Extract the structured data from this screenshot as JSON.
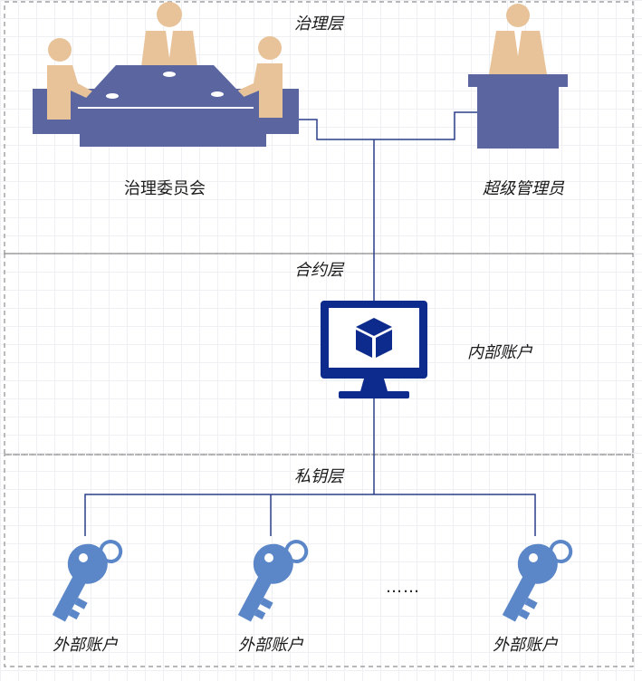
{
  "layers": {
    "governance": {
      "title": "治理层"
    },
    "contract": {
      "title": "合约层"
    },
    "private_key": {
      "title": "私钥层"
    }
  },
  "nodes": {
    "committee": {
      "label": "治理委员会"
    },
    "super_admin": {
      "label": "超级管理员"
    },
    "internal_account": {
      "label": "内部账户"
    },
    "external_accounts": [
      {
        "label": "外部账户"
      },
      {
        "label": "外部账户"
      },
      {
        "label": "外部账户"
      }
    ],
    "ellipsis": {
      "label": "……"
    }
  },
  "colors": {
    "furniture": "#5b65a0",
    "person": "#e8c39a",
    "monitor": "#0d2b8c",
    "key": "#5b87c9",
    "connector": "#2a3f88",
    "layer_border": "#8e8e8e"
  },
  "icons": [
    "conference-table-icon",
    "person-icon",
    "podium-icon",
    "monitor-icon",
    "cube-icon",
    "key-icon"
  ]
}
